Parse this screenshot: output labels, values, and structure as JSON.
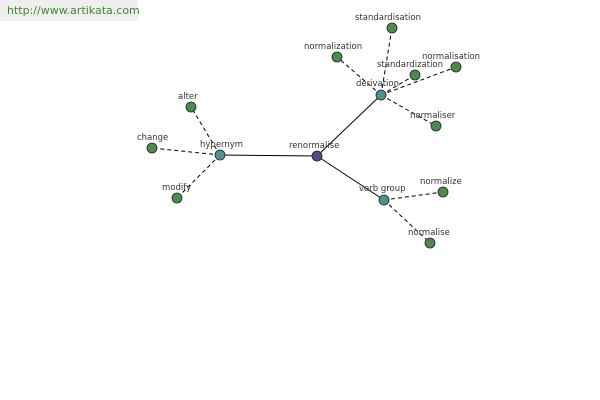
{
  "site": {
    "url": "http://www.artikata.com"
  },
  "colors": {
    "center": "#4a4a8c",
    "category": "#4f9191",
    "leaf": "#4e8a4e",
    "link_text": "#3c8a2e"
  },
  "graph": {
    "center": "renormalise",
    "categories": [
      {
        "id": "hypernym",
        "label": "hypernym",
        "words": [
          "alter",
          "change",
          "modify"
        ]
      },
      {
        "id": "derivation",
        "label": "derivation",
        "words": [
          "standardisation",
          "normalization",
          "standardization",
          "normalisation",
          "normaliser"
        ]
      },
      {
        "id": "verb-group",
        "label": "verb group",
        "words": [
          "normalize",
          "normalise"
        ]
      }
    ]
  }
}
